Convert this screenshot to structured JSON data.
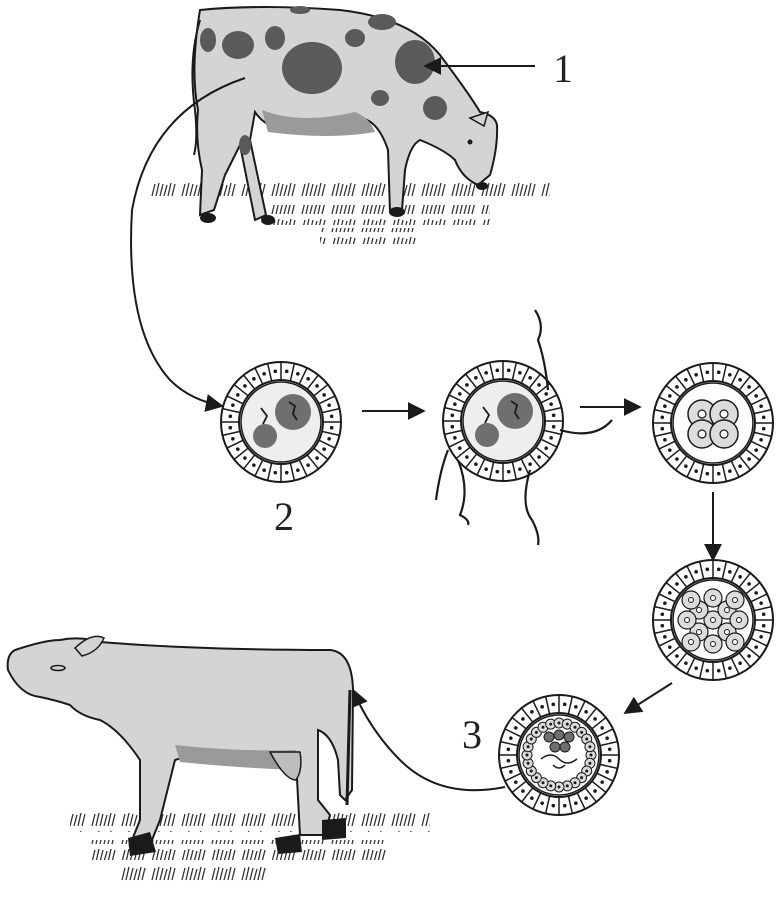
{
  "labels": {
    "one": "1",
    "two": "2",
    "three": "3"
  },
  "colors": {
    "ink": "#1a1a1a",
    "spot": "#5a5a5a",
    "cow_body": "#d4d4d4",
    "cow_shadow": "#9a9a9a",
    "nucleus": "#6f6f6f",
    "cell_fill": "#dcdcdc",
    "zona": "#ffffff"
  },
  "icons": {
    "donor": "spotted-cow-icon",
    "recipient": "plain-cow-icon",
    "egg": "egg-cell-icon",
    "sperm": "sperm-tail-icon"
  }
}
